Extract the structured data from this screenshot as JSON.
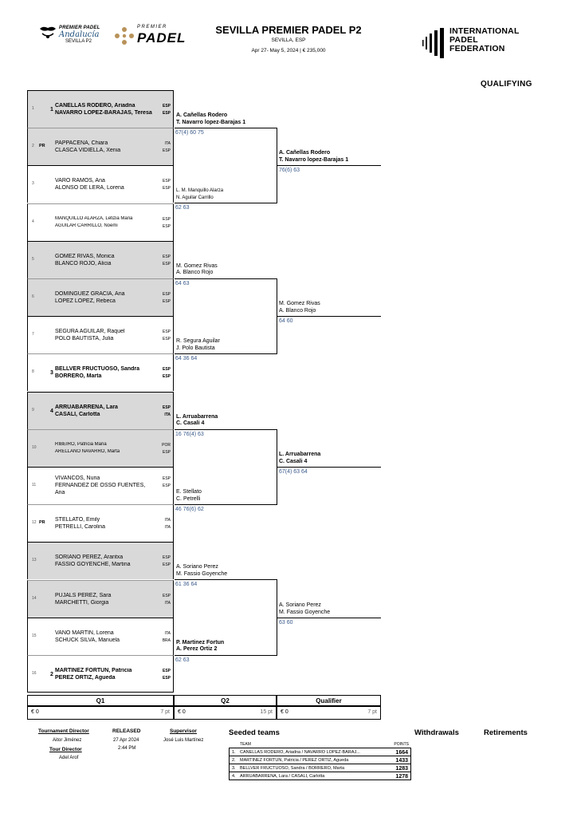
{
  "header": {
    "logo_left": {
      "line1": "PREMIER PADEL",
      "line2": "Andalucía",
      "line3": "SEVILLA P2"
    },
    "logo_padel": {
      "premier": "PREMIER",
      "padel": "PADEL"
    },
    "title": "SEVILLA PREMIER PADEL P2",
    "location": "SEVILLA, ESP",
    "dates": "Apr 27- May 5, 2024  |  € 235,000",
    "federation": [
      "INTERNATIONAL",
      "PADEL",
      "FEDERATION"
    ],
    "section": "QUALIFYING"
  },
  "slots": [
    {
      "num": "1",
      "seed": "1",
      "p1": "CAÑELLAS RODERO, Ariadna",
      "p2": "NAVARRO LOPEZ-BARAJAS, Teresa",
      "c1": "ESP",
      "c2": "ESP",
      "bold": true,
      "small": false
    },
    {
      "num": "2",
      "seed": "PR",
      "p1": "PAPPACENA, Chiara",
      "p2": "CLASCA VIDIELLA, Xenia",
      "c1": "ITA",
      "c2": "ESP",
      "bold": false,
      "small": false
    },
    {
      "num": "3",
      "seed": "",
      "p1": "VARO RAMOS, Ana",
      "p2": "ALONSO DE LERA, Lorena",
      "c1": "ESP",
      "c2": "ESP",
      "bold": false,
      "small": false
    },
    {
      "num": "4",
      "seed": "",
      "p1": "MANQUILLO ALARZA, Letizia Maria",
      "p2": "AGUILAR CARRILLO, Noemi",
      "c1": "ESP",
      "c2": "ESP",
      "bold": false,
      "small": true
    },
    {
      "num": "5",
      "seed": "",
      "p1": "GOMEZ RIVAS, Monica",
      "p2": "BLANCO ROJO, Alicia",
      "c1": "ESP",
      "c2": "ESP",
      "bold": false,
      "small": false
    },
    {
      "num": "6",
      "seed": "",
      "p1": "DOMINGUEZ GRACIA, Ana",
      "p2": "LOPEZ LOPEZ, Rebeca",
      "c1": "ESP",
      "c2": "ESP",
      "bold": false,
      "small": false
    },
    {
      "num": "7",
      "seed": "",
      "p1": "SEGURA AGUILAR, Raquel",
      "p2": "POLO BAUTISTA, Julia",
      "c1": "ESP",
      "c2": "ESP",
      "bold": false,
      "small": false
    },
    {
      "num": "8",
      "seed": "3",
      "p1": "BELLVER FRUCTUOSO, Sandra",
      "p2": "BORRERO, Marta",
      "c1": "ESP",
      "c2": "ESP",
      "bold": true,
      "small": false
    },
    {
      "num": "9",
      "seed": "4",
      "p1": "ARRUABARRENA, Lara",
      "p2": "CASALI, Carlotta",
      "c1": "ESP",
      "c2": "ITA",
      "bold": true,
      "small": false
    },
    {
      "num": "10",
      "seed": "",
      "p1": "RIBEIRO, Patricia Maria",
      "p2": "ARELLANO NAVARRO, Marta",
      "c1": "POR",
      "c2": "ESP",
      "bold": false,
      "small": true
    },
    {
      "num": "11",
      "seed": "",
      "p1": "VIVANCOS, Nuria",
      "p2": "FERNANDEZ DE OSSO FUENTES,",
      "p3": "Ana",
      "c1": "ESP",
      "c2": "ESP",
      "bold": false,
      "small": false
    },
    {
      "num": "12",
      "seed": "PR",
      "p1": "STELLATO, Emily",
      "p2": "PETRELLI, Carolina",
      "c1": "ITA",
      "c2": "ITA",
      "bold": false,
      "small": false
    },
    {
      "num": "13",
      "seed": "",
      "p1": "SORIANO PEREZ, Arantxa",
      "p2": "FASSIO GOYENCHE, Martina",
      "c1": "ESP",
      "c2": "ESP",
      "bold": false,
      "small": false
    },
    {
      "num": "14",
      "seed": "",
      "p1": "PUJALS PEREZ, Sara",
      "p2": "MARCHETTI, Giorgia",
      "c1": "ESP",
      "c2": "ITA",
      "bold": false,
      "small": false
    },
    {
      "num": "15",
      "seed": "",
      "p1": "VANO MARTIN, Lorena",
      "p2": "SCHUCK SILVA, Manuela",
      "c1": "ITA",
      "c2": "BRA",
      "bold": false,
      "small": false
    },
    {
      "num": "16",
      "seed": "2",
      "p1": "MARTINEZ FORTUN, Patricia",
      "p2": "PEREZ ORTIZ, Agueda",
      "c1": "ESP",
      "c2": "ESP",
      "bold": true,
      "small": false
    }
  ],
  "round2": [
    {
      "l1": "A. Cañellas Rodero",
      "l2": "T. Navarro lopez-Barajas  1",
      "score": "67(4) 60 75",
      "bold": true,
      "small": false
    },
    {
      "l1": "L. M. Manquillo Alarza",
      "l2": "N. Aguilar Carrillo",
      "score": "62 63",
      "bold": false,
      "small": true
    },
    {
      "l1": "M. Gomez Rivas",
      "l2": "A. Blanco Rojo",
      "score": "64 63",
      "bold": false,
      "small": false
    },
    {
      "l1": "R. Segura Aguilar",
      "l2": "J. Polo Bautista",
      "score": "64 36 64",
      "bold": false,
      "small": false
    },
    {
      "l1": "L. Arruabarrena",
      "l2": "C. Casali  4",
      "score": "16 76(4) 63",
      "bold": true,
      "small": false
    },
    {
      "l1": "E. Stellato",
      "l2": "C. Petrelli",
      "score": "46 76(6) 62",
      "bold": false,
      "small": false
    },
    {
      "l1": "A. Soriano Perez",
      "l2": "M. Fassio Goyenche",
      "score": "61 36 64",
      "bold": false,
      "small": false
    },
    {
      "l1": "P. Martinez Fortun",
      "l2": "A. Perez Ortiz  2",
      "score": "62 63",
      "bold": true,
      "small": false
    }
  ],
  "qualifiers": [
    {
      "l1": "A. Cañellas Rodero",
      "l2": "T. Navarro lopez-Barajas  1",
      "score": "76(6) 63",
      "bold": true
    },
    {
      "l1": "M. Gomez Rivas",
      "l2": "A. Blanco Rojo",
      "score": "64 60",
      "bold": false
    },
    {
      "l1": "L. Arruabarrena",
      "l2": "C. Casali  4",
      "score": "67(4) 63 64",
      "bold": true
    },
    {
      "l1": "A. Soriano Perez",
      "l2": "M. Fassio Goyenche",
      "score": "63 60",
      "bold": false
    }
  ],
  "prize_table": [
    {
      "head": "Q1",
      "money": "€ 0",
      "points": "7 pt"
    },
    {
      "head": "Q2",
      "money": "€ 0",
      "points": "15 pt"
    },
    {
      "head": "Qualifier",
      "money": "€ 0",
      "points": "7 pt"
    }
  ],
  "footer": {
    "td_label": "Tournament Director",
    "td_name": "Aitor Jiménez",
    "tour_label": "Tour Director",
    "tour_name": "Adel Arof",
    "released_label": "RELEASED",
    "released_date": "27 Apr 2024",
    "released_time": "2:44 PM",
    "sup_label": "Supervisor",
    "sup_name": "José Luis Martínez"
  },
  "seeded": {
    "title": "Seeded teams",
    "col_team": "TEAM",
    "col_points": "POINTS",
    "rows": [
      {
        "n": "1.",
        "team": "CAÑELLAS RODERO, Ariadna / NAVARRO LOPEZ-BARAJ...",
        "points": "1664"
      },
      {
        "n": "2.",
        "team": "MARTINEZ FORTUN, Patricia / PEREZ ORTIZ, Agueda",
        "points": "1433"
      },
      {
        "n": "3.",
        "team": "BELLVER FRUCTUOSO, Sandra / BORRERO, Marta",
        "points": "1283"
      },
      {
        "n": "4.",
        "team": "ARRUABARRENA, Lara / CASALI, Carlotta",
        "points": "1278"
      }
    ]
  },
  "withdrawals": "Withdrawals",
  "retirements": "Retirements"
}
